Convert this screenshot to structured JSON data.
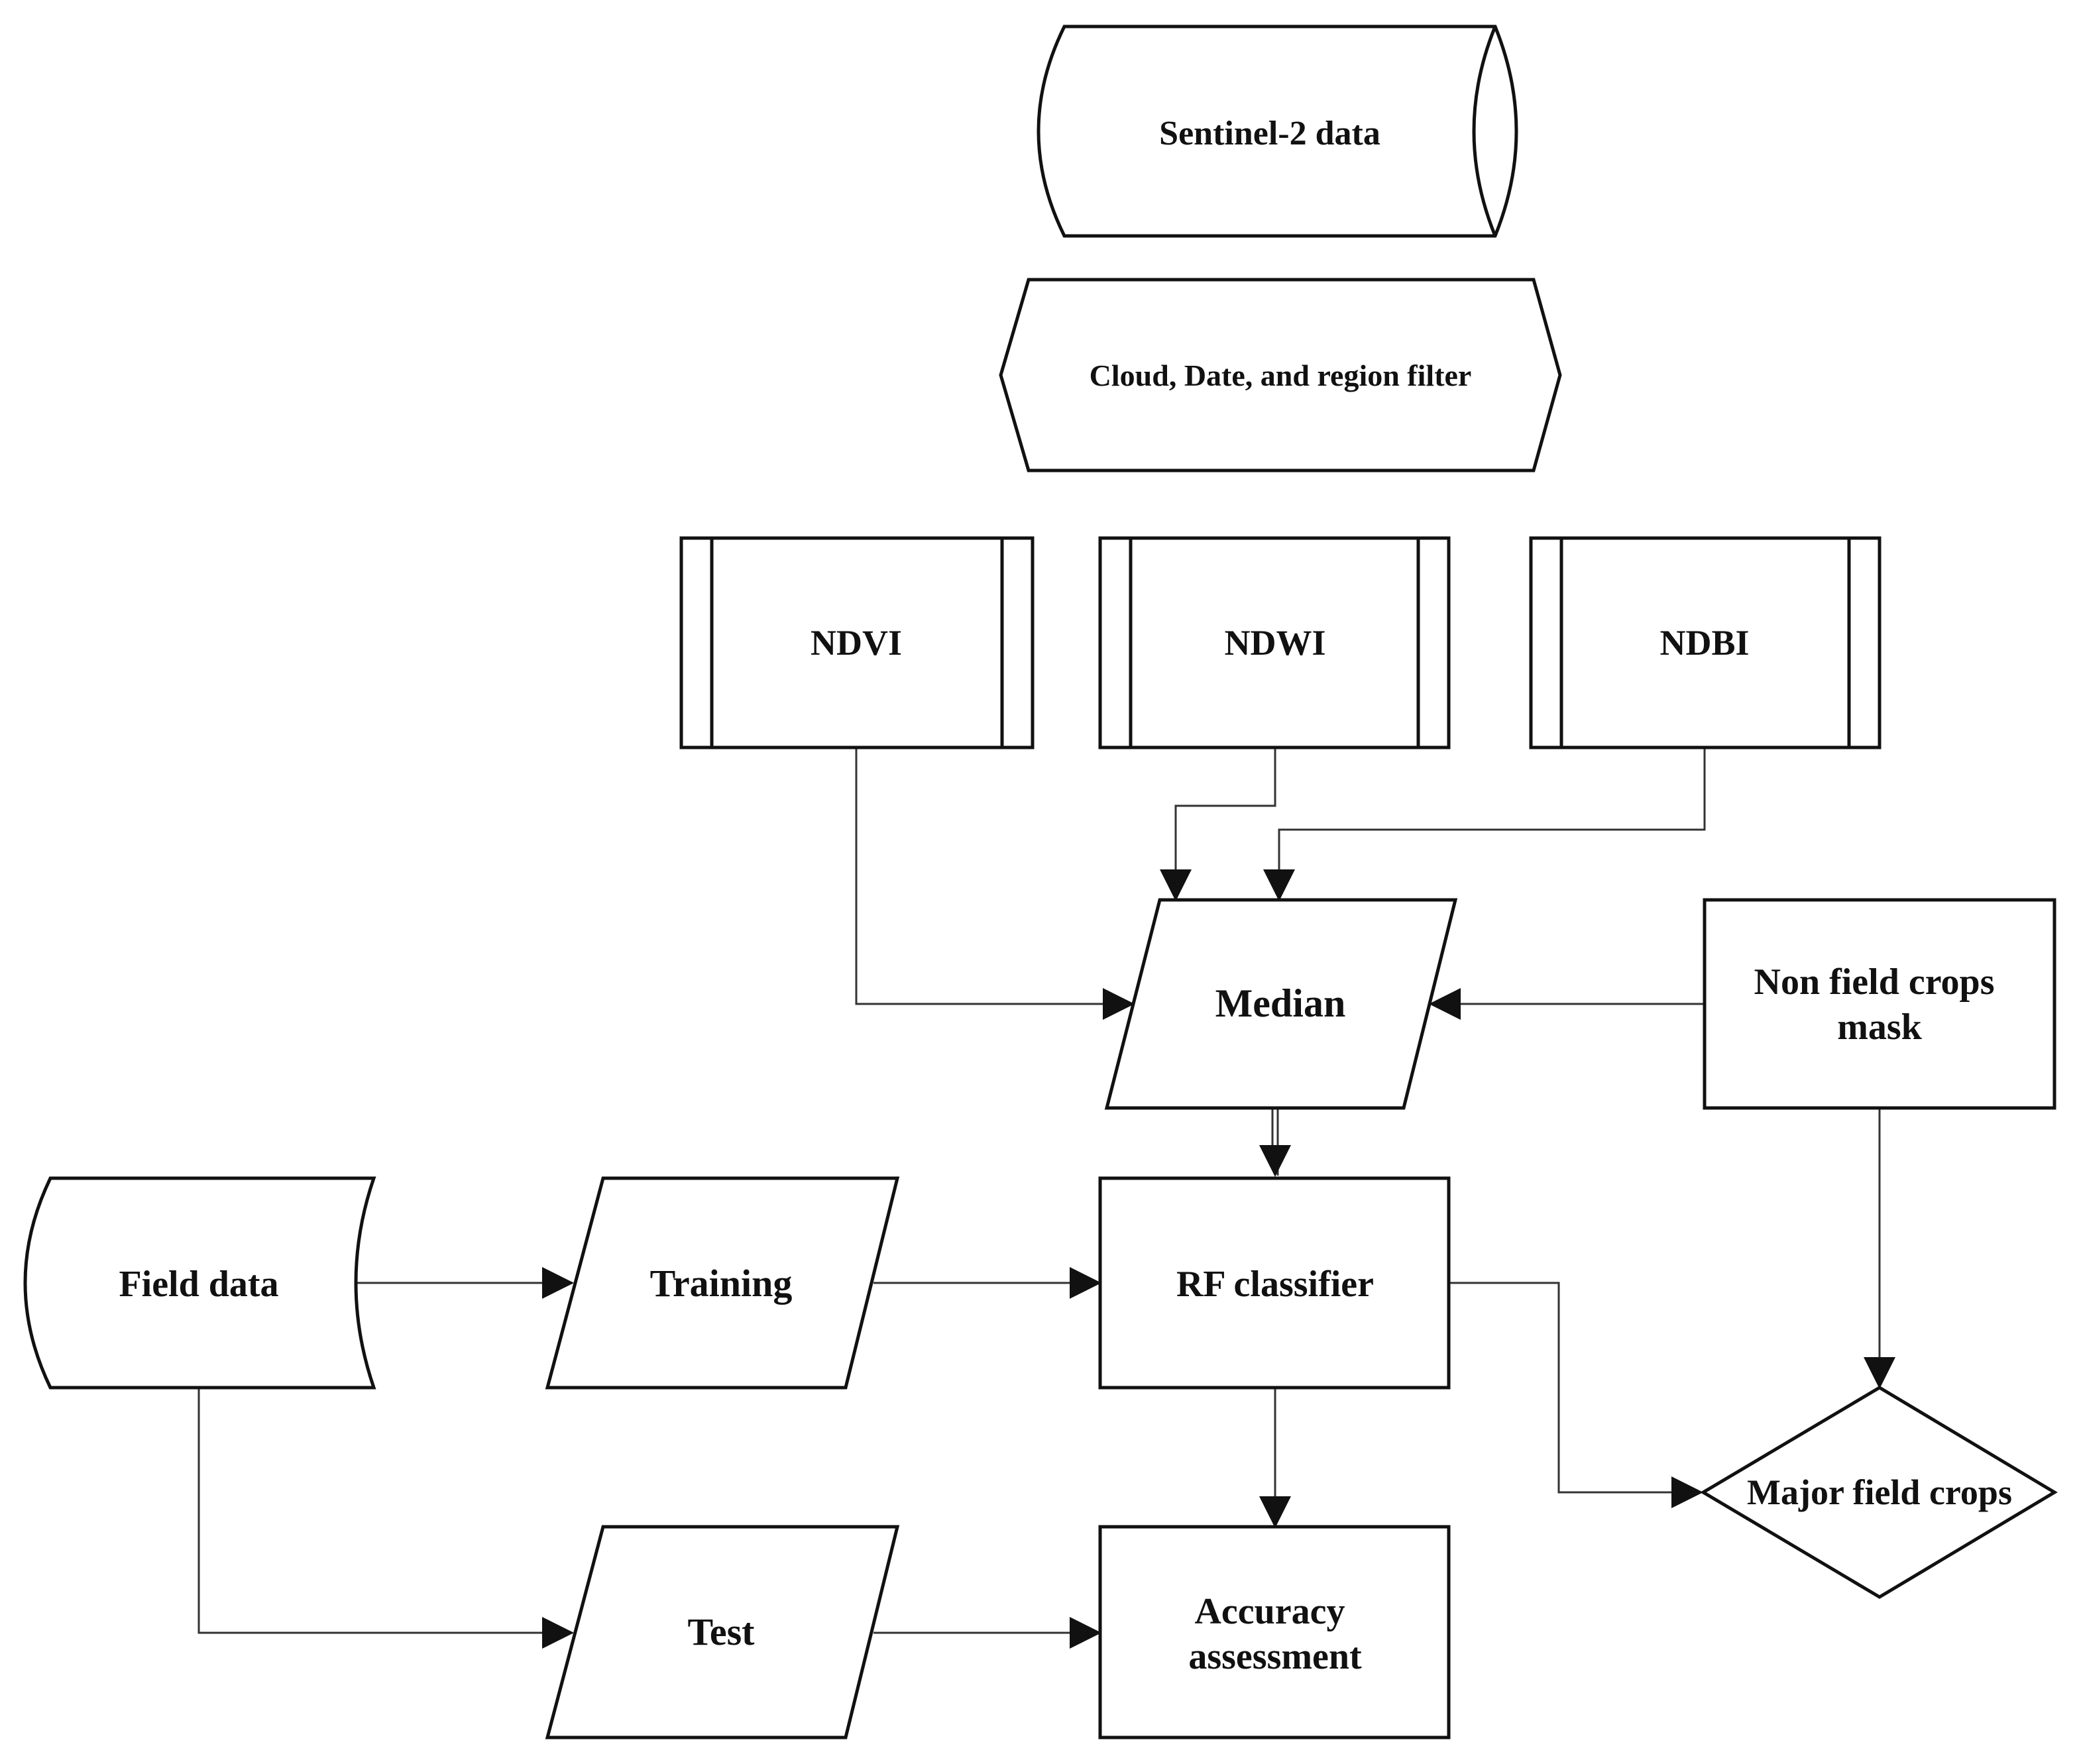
{
  "nodes": {
    "sentinel": {
      "label": "Sentinel-2 data"
    },
    "filter": {
      "label": "Cloud, Date, and region filter"
    },
    "ndvi": {
      "label": "NDVI"
    },
    "ndwi": {
      "label": "NDWI"
    },
    "ndbi": {
      "label": "NDBI"
    },
    "median": {
      "label": "Median"
    },
    "mask": {
      "line1": "Non field crops",
      "line2": "mask"
    },
    "field": {
      "label": "Field data"
    },
    "training": {
      "label": "Training"
    },
    "rf": {
      "label": "RF classifier"
    },
    "major": {
      "label": "Major field crops"
    },
    "test": {
      "label": "Test"
    },
    "accuracy": {
      "line1": "Accuracy",
      "line2": "assessment"
    }
  },
  "edges": [
    {
      "from": "ndvi",
      "to": "median"
    },
    {
      "from": "ndwi",
      "to": "median"
    },
    {
      "from": "ndbi",
      "to": "median"
    },
    {
      "from": "mask",
      "to": "median"
    },
    {
      "from": "median",
      "to": "rf"
    },
    {
      "from": "field",
      "to": "training"
    },
    {
      "from": "training",
      "to": "rf"
    },
    {
      "from": "mask",
      "to": "major"
    },
    {
      "from": "rf",
      "to": "major"
    },
    {
      "from": "rf",
      "to": "accuracy"
    },
    {
      "from": "field",
      "to": "test"
    },
    {
      "from": "test",
      "to": "accuracy"
    }
  ]
}
